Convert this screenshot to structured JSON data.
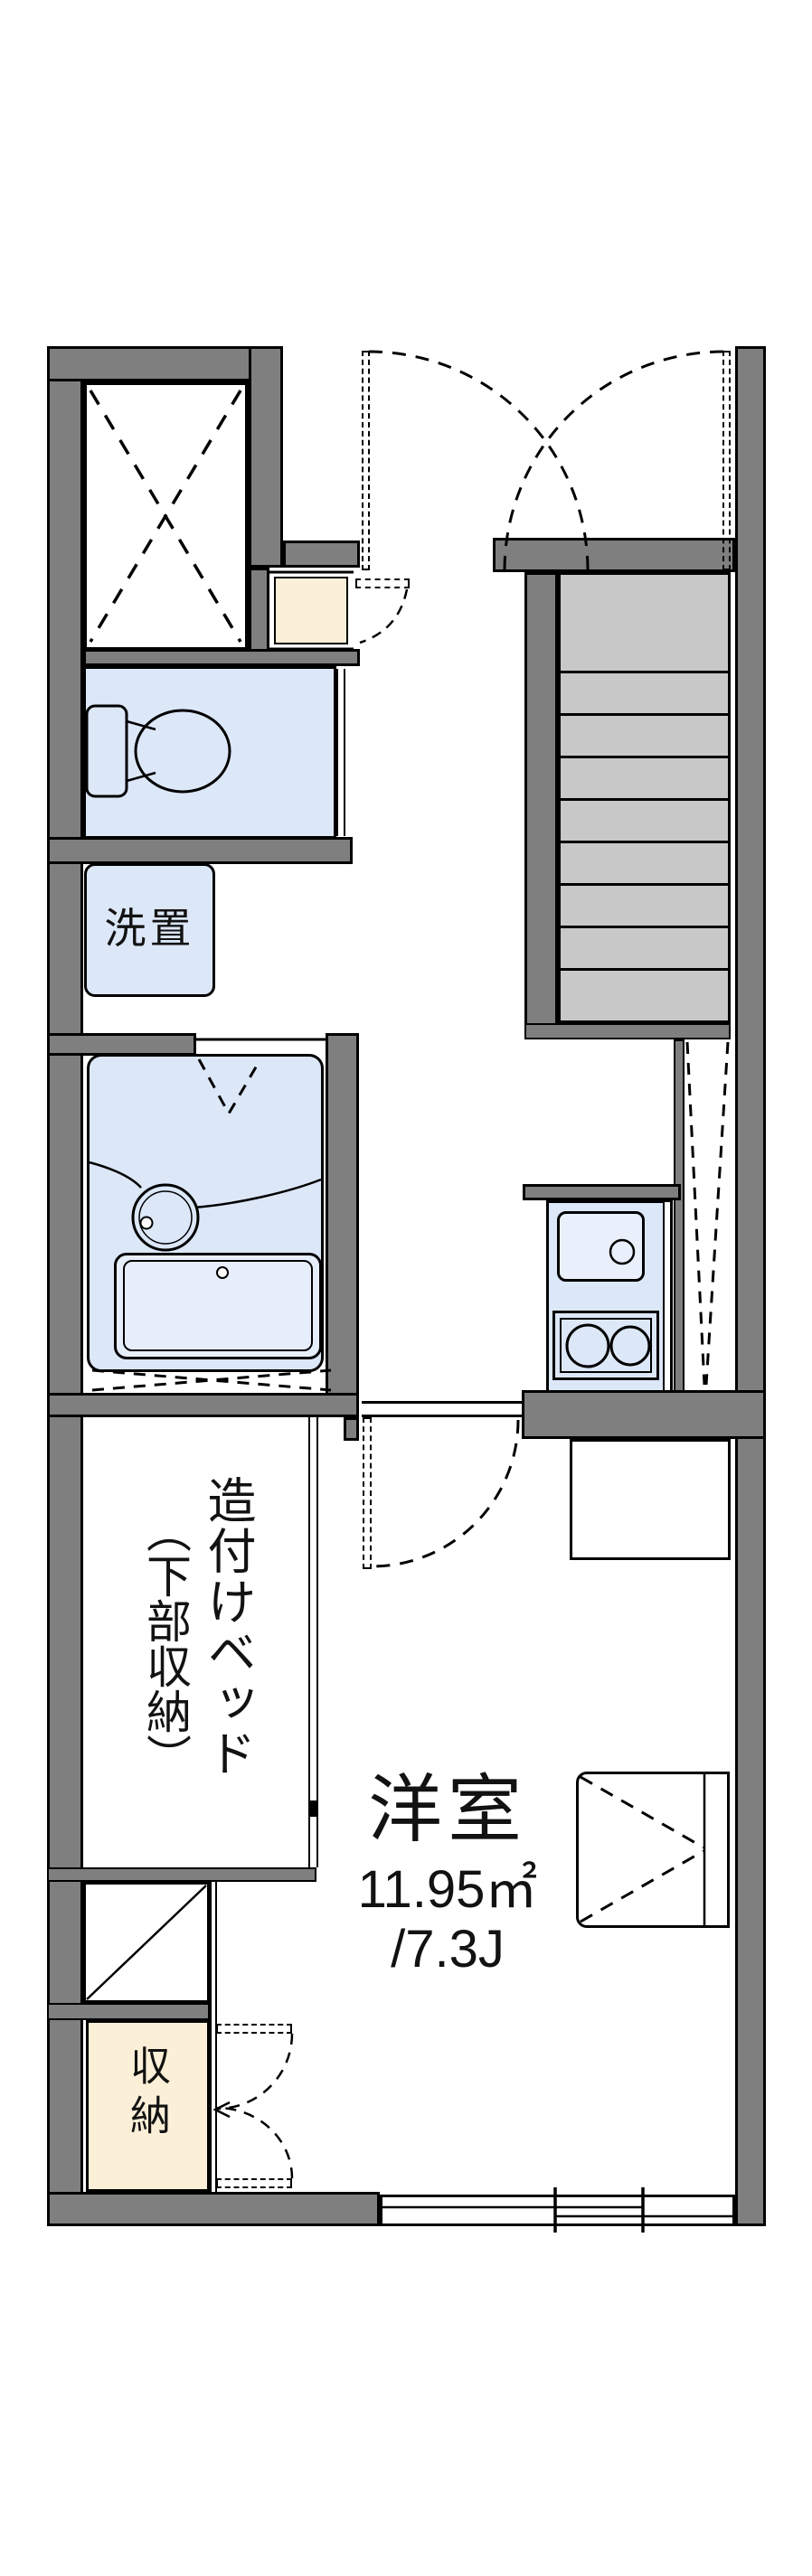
{
  "plan": {
    "labels": {
      "washer_storage": "洗置",
      "bed_line1": "造付けベッド",
      "bed_line2": "（下部収納）",
      "room_name": "洋室",
      "room_area": "11.95㎡",
      "room_tatami": "/7.3J",
      "closet": "収納"
    },
    "colors": {
      "wall": "#7f7f7f",
      "fixture_blue": "#dce7f8",
      "fixture_blue_light": "#e9f0fc",
      "storage_cream": "#fcefd8",
      "stair_gray": "#c8c8c8",
      "line": "#000000"
    },
    "stairs": {
      "steps_visible": 9
    }
  }
}
